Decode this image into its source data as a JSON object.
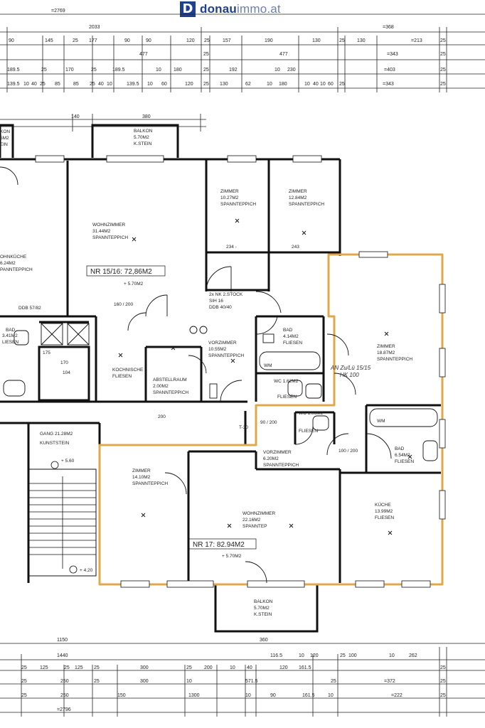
{
  "logo": {
    "mark": "D",
    "brand": "donau",
    "brand_suffix": "immo.at"
  },
  "top_dims": {
    "row0": [
      "=2769",
      "=368"
    ],
    "row1": [
      "2033"
    ],
    "row2": [
      "90",
      "145",
      "25",
      "177",
      "90",
      "90",
      "120",
      "25",
      "157",
      "190",
      "130",
      "25",
      "130",
      "=213",
      "25"
    ],
    "row3": [
      "477",
      "25",
      "477",
      "=343",
      "25"
    ],
    "row4": [
      "189.5",
      "25",
      "170",
      "25",
      "189.5",
      "10",
      "180",
      "25",
      "192",
      "10",
      "230",
      "=403",
      "25"
    ],
    "row5": [
      "139.5",
      "10",
      "40",
      "25",
      "85",
      "85",
      "25",
      "40",
      "10",
      "139.5",
      "10",
      "60",
      "120",
      "25",
      "130",
      "62",
      "10",
      "180",
      "10",
      "40",
      "10",
      "60",
      "25",
      "=343",
      "25"
    ],
    "row6": [
      "140",
      "380"
    ]
  },
  "rooms": {
    "balkon_left": {
      "label": "KON",
      "area": "5M2",
      "floor": "EIN"
    },
    "balkon_top": {
      "label": "BALKON",
      "area": "5.70M2",
      "floor": "K.STEIN"
    },
    "wohnzimmer_15": {
      "label": "WOHNZIMMER",
      "area": "31.44M2",
      "floor": "SPANNTEPPICH"
    },
    "zimmer_a": {
      "label": "ZIMMER",
      "area": "10.27M2",
      "floor": "SPANNTEPPICH"
    },
    "zimmer_b": {
      "label": "ZIMMER",
      "area": "12.84M2",
      "floor": "SPANNTEPPICH"
    },
    "zimmer_c": {
      "label": "ZIMMER",
      "area": "18.87M2",
      "floor": "SPANNTEPPICH"
    },
    "wohnkueche_left": {
      "label": "OHNKÜCHE",
      "area": "6.24M2",
      "floor": "PANNTEPPICH"
    },
    "bad_left": {
      "label": "BAD",
      "area": "3.41M2",
      "floor": "LIESEN"
    },
    "vorzimmer_15": {
      "label": "VORZIMMER",
      "area": "10.55M2",
      "floor": "SPANNTEPPICH"
    },
    "bad_15": {
      "label": "BAD",
      "area": "4.14M2",
      "floor": "FLIESEN"
    },
    "wc_15": {
      "label": "WC 1.62M2",
      "floor": "FLIESEN"
    },
    "kochnische": {
      "label": "KOCHNISCHE",
      "floor": "FLIESEN"
    },
    "abstellraum": {
      "label": "ABSTELLRAUM",
      "area": "2.00M2",
      "floor": "SPANNTEPPICH"
    },
    "gang": {
      "label": "GANG 21.28M2",
      "floor": "KUNSTSTEIN"
    },
    "wc_17": {
      "label": "WC 1.06M2",
      "floor": "FLIESEN"
    },
    "vorzimmer_17": {
      "label": "VORZIMMER",
      "area": "6.20M2",
      "floor": "SPANNTEPPICH"
    },
    "bad_17": {
      "label": "BAD",
      "area": "6.54M2",
      "floor": "FLIESEN"
    },
    "zimmer_17": {
      "label": "ZIMMER",
      "area": "14.10M2",
      "floor": "SPANNTEPPICH"
    },
    "wohnzimmer_17": {
      "label": "WOHNZIMMER",
      "area": "22.16M2",
      "floor": "SPANNTEP"
    },
    "kueche_17": {
      "label": "KÜCHE",
      "area": "13.99M2",
      "floor": "FLIESEN"
    },
    "balkon_bottom": {
      "label": "BALKON",
      "area": "5.70M2",
      "floor": "K.STEIN"
    }
  },
  "apartments": {
    "nr15": {
      "label": "NR 15/16: 72,86M2",
      "balkon": "+ 5.70M2"
    },
    "nr17": {
      "label": "NR 17:  82.94M2",
      "balkon": "+ 5.70M2"
    }
  },
  "notes": {
    "nk": "2x NK 2.STOCK",
    "sih": "SIH 16",
    "ddb_40": "DDB 40/40",
    "ddb_57": "DDB 57/82",
    "wm": "WM",
    "hand_1": "AN Zu/Lü 15/15",
    "hand_2": "HK 100",
    "t30": "T-30",
    "stair_up": "+ 5.60",
    "stair_down": "+ 4.20",
    "dim_234": "234 -",
    "dim_243": "243",
    "dim_200": "200",
    "dim_90_200": "90 / 200",
    "dim_100_200": "100 / 200",
    "dim_160_200": "160 / 200",
    "lift": "175",
    "lift_inner": "170",
    "lift_104": "104"
  },
  "bottom_dims": {
    "row0": [
      "1150",
      "360"
    ],
    "row1": [
      "1440",
      "116.5",
      "10",
      "120",
      "25",
      "100",
      "10",
      "262"
    ],
    "row2": [
      "25",
      "125",
      "25",
      "125",
      "25",
      "300",
      "25",
      "200",
      "10",
      "40",
      "120",
      "161.5",
      "25"
    ],
    "row3": [
      "25",
      "250",
      "25",
      "300",
      "10",
      "571.5",
      "25",
      "=372",
      "25"
    ],
    "row4": [
      "25",
      "250",
      "150",
      "1300",
      "10",
      "90",
      "161.5",
      "10",
      "=222",
      "25"
    ],
    "row5": [
      "=2796"
    ]
  }
}
